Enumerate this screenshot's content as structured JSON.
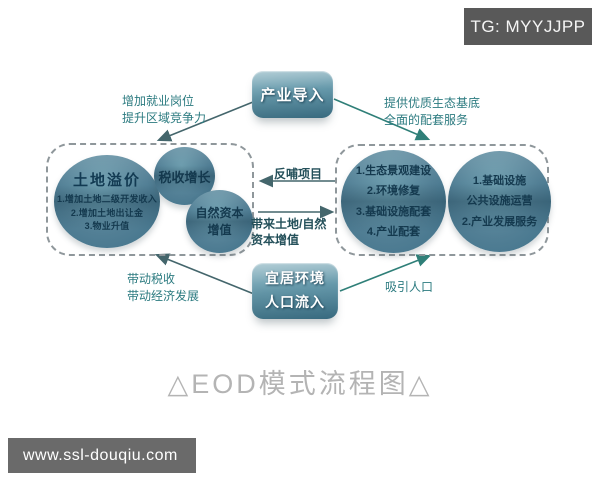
{
  "overlays": {
    "badge": "TG: MYYJJPP",
    "watermark": "www.ssl-douqiu.com"
  },
  "caption": "△EOD模式流程图△",
  "nodes": {
    "industry": "产业导入",
    "livable": "宜居环境\n人口流入"
  },
  "labels": {
    "top_left": "增加就业岗位\n提升区域竞争力",
    "top_right": "提供优质生态基底\n全面的配套服务",
    "feedback": "反哺项目",
    "bring_value": "带来土地/自然\n资本增值",
    "bottom_left": "带动税收\n带动经济发展",
    "bottom_right": "吸引人口"
  },
  "left_group": {
    "land_premium": {
      "title": "土地溢价",
      "items": [
        "1.增加土地二级开发收入",
        "2.增加土地出让金",
        "3.物业升值"
      ]
    },
    "tax_growth": "税收增长",
    "natural_capital": "自然资本\n增值"
  },
  "right_group": {
    "construction": {
      "items": [
        "1.生态景观建设",
        "2.环境修复",
        "3.基础设施配套",
        "4.产业配套"
      ]
    },
    "operation": {
      "items": [
        "1.基础设施",
        "公共设施运营",
        "2.产业发展服务"
      ]
    }
  },
  "colors": {
    "node_teal": "#4e8598",
    "dashed_border": "#8f979b",
    "label_teal": "#2c7b80",
    "label_dark": "#24505a",
    "badge_bg": "#595959",
    "caption_gray": "#b4b4b4"
  }
}
